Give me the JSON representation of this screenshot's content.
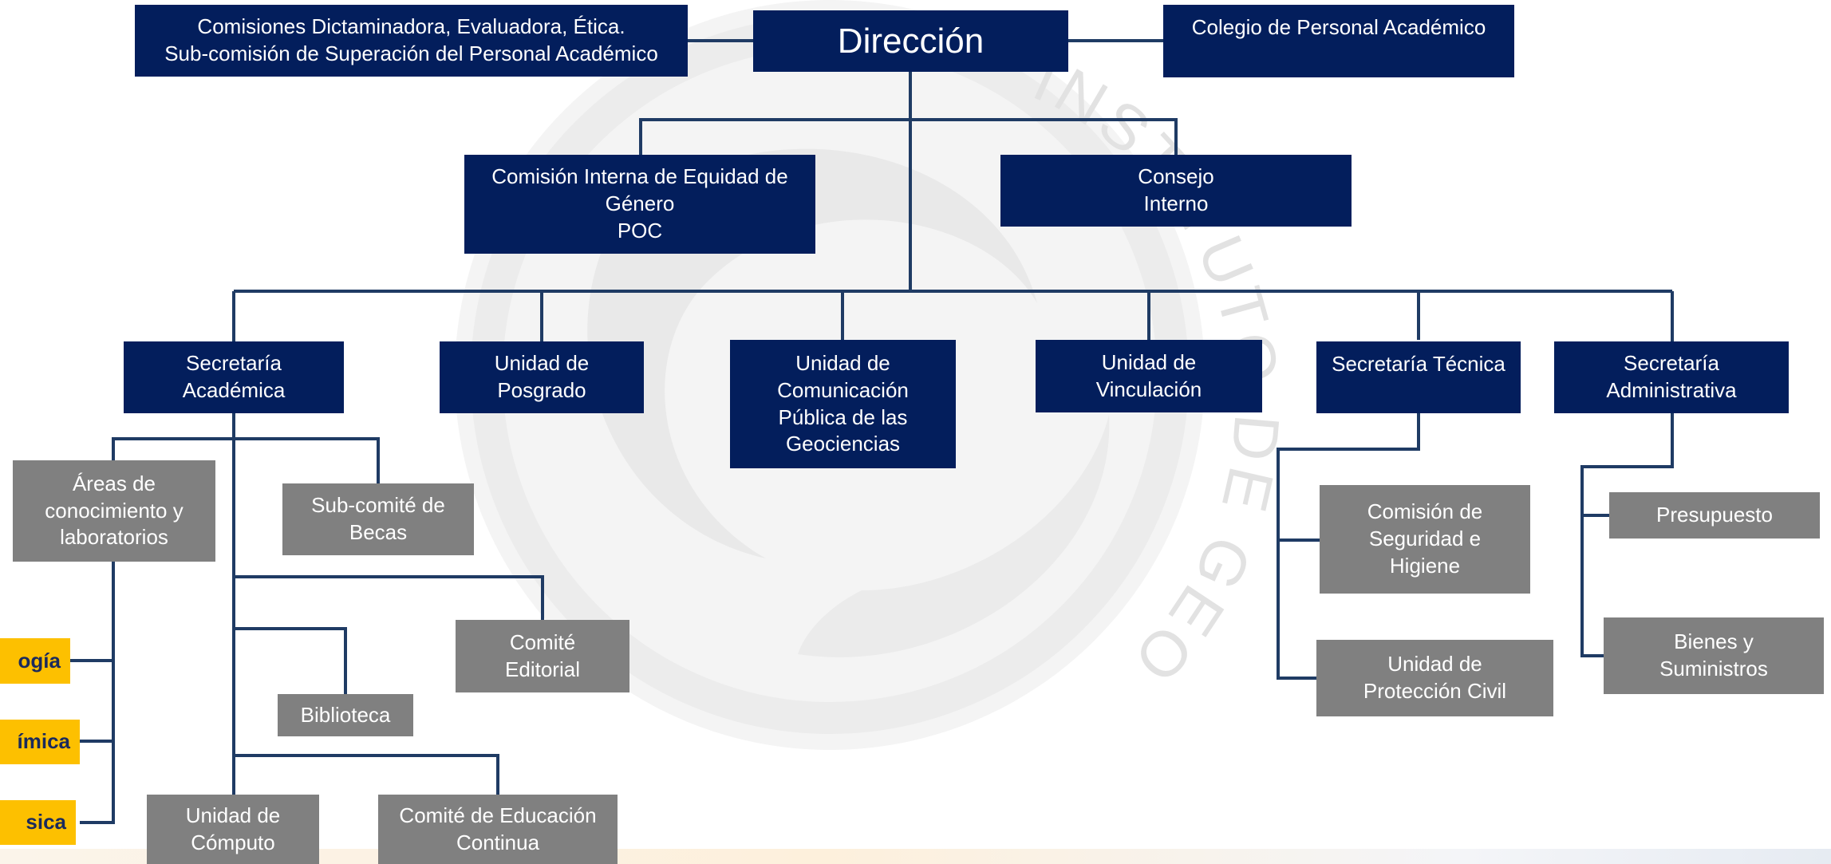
{
  "colors": {
    "accent_blue": "#031e5c",
    "unit_gray": "#808080",
    "highlight_yellow": "#fdc000",
    "connector": "#1f3b64"
  },
  "watermark": {
    "arc_text": "INSTITUTO DE GEOCIENCIAS"
  },
  "chart": {
    "direccion": "Dirección",
    "comisiones": "Comisiones Dictaminadora, Evaluadora, Ética.\nSub-comisión de Superación del Personal Académico",
    "colegio": "Colegio de Personal Académico",
    "equidad": "Comisión Interna de Equidad de\nGénero\nPOC",
    "consejo": "Consejo\nInterno",
    "sec_academica": "Secretaría\nAcadémica",
    "posgrado": "Unidad de\nPosgrado",
    "comunicacion": "Unidad de\nComunicación\nPública de las\nGeociencias",
    "vinculacion": "Unidad de\nVinculación",
    "sec_tecnica": "Secretaría Técnica",
    "sec_administrativa": "Secretaría\nAdministrativa",
    "areas": "Áreas de\nconocimiento y\nlaboratorios",
    "becas": "Sub-comité de\nBecas",
    "editorial": "Comité\nEditorial",
    "biblioteca": "Biblioteca",
    "computo": "Unidad de\nCómputo",
    "educacion": "Comité de Educación\nContinua",
    "area_1": "ogía",
    "area_2": "ímica",
    "area_3": "sica",
    "seguridad": "Comisión de\nSeguridad e\nHigiene",
    "proteccion": "Unidad de\nProtección Civil",
    "presupuesto": "Presupuesto",
    "bienes": "Bienes y\nSuministros"
  }
}
